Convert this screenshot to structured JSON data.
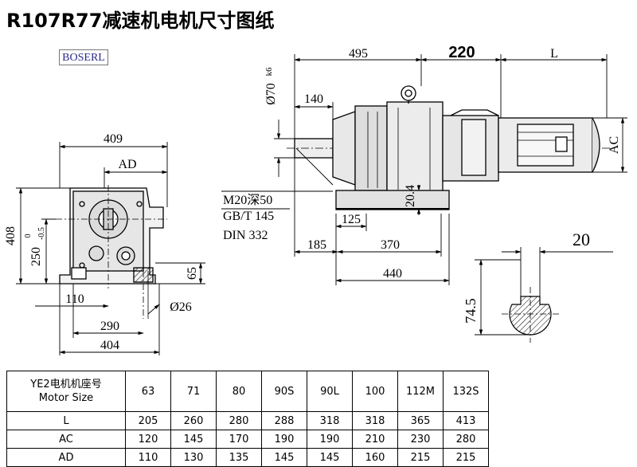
{
  "title": "R107R77减速机电机尺寸图纸",
  "brand": "BOSERL",
  "dimensions": {
    "d409": "409",
    "ad_top": "AD",
    "d408": "408",
    "d250": "250",
    "d250_tol": "0",
    "d250_tol_low": "-0.5",
    "d65": "65",
    "d110": "110",
    "d26": "Ø26",
    "d290": "290",
    "d404": "404",
    "d495": "495",
    "d220": "220",
    "l": "L",
    "d70": "Ø70",
    "d70_fit": "k6",
    "d140": "140",
    "m20": "M20深50",
    "gbt": "GB/T 145",
    "din": "DIN 332",
    "d20_4": "20.4",
    "d125": "125",
    "d185": "185",
    "d370": "370",
    "d440": "440",
    "ac": "AC",
    "d20": "20",
    "d74_5": "74.5"
  },
  "table": {
    "header_line1": "YE2电机机座号",
    "header_line2": "Motor Size",
    "columns": [
      "63",
      "71",
      "80",
      "90S",
      "90L",
      "100",
      "112M",
      "132S"
    ],
    "rows": [
      {
        "label": "L",
        "values": [
          "205",
          "260",
          "280",
          "288",
          "318",
          "318",
          "365",
          "413"
        ]
      },
      {
        "label": "AC",
        "values": [
          "120",
          "145",
          "170",
          "190",
          "190",
          "210",
          "230",
          "280"
        ]
      },
      {
        "label": "AD",
        "values": [
          "110",
          "130",
          "135",
          "145",
          "145",
          "160",
          "215",
          "215"
        ]
      }
    ]
  }
}
